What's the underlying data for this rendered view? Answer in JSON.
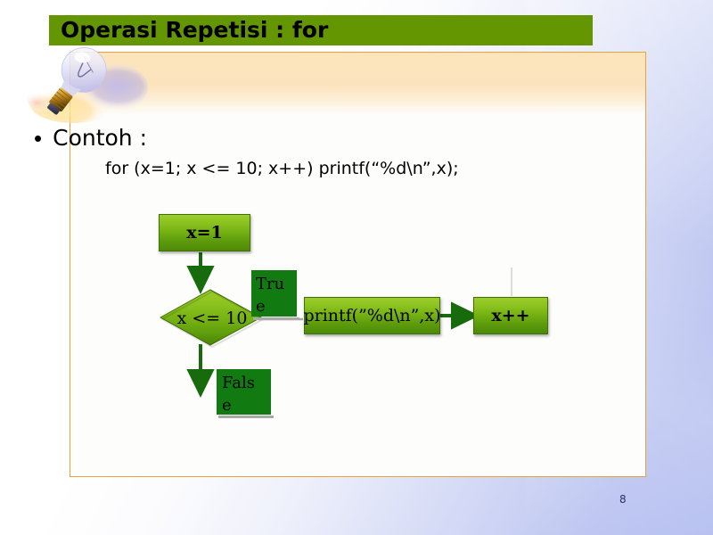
{
  "slide": {
    "title": "Operasi Repetisi : for",
    "page_number": "8",
    "accent_green": "#639600",
    "panel_border": "#e8a33d",
    "node_green_light": "#8cc31f",
    "node_green_dark": "#4e8a08",
    "tag_green": "#117a11",
    "arrow_green": "#1b7a0f"
  },
  "body": {
    "bullet_glyph": "•",
    "bullet_label": "Contoh :",
    "code_line": "for (x=1; x <= 10; x++) printf(“%d\\n”,x);"
  },
  "flowchart": {
    "nodes": [
      {
        "id": "init",
        "label": "x=1",
        "shape": "process"
      },
      {
        "id": "cond",
        "label": "x <= 10",
        "shape": "decision"
      },
      {
        "id": "print",
        "label": "printf(”%d\\n”,x)",
        "shape": "process"
      },
      {
        "id": "incr",
        "label": "x++",
        "shape": "process"
      }
    ],
    "edge_labels": {
      "true_label": "True",
      "false_label": "False"
    }
  },
  "icons": {
    "lightbulb": "lightbulb-icon",
    "bullet": "bullet-dot-icon"
  }
}
